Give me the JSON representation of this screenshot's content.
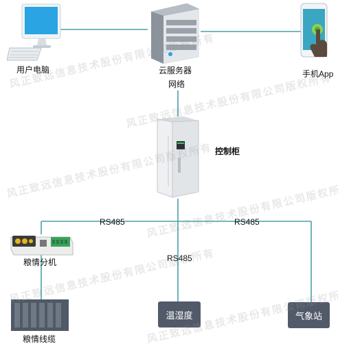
{
  "nodes": {
    "user_pc": "用户电脑",
    "cloud_server": "云服务器",
    "network": "网络",
    "mobile_app": "手机App",
    "control_cabinet": "控制柜",
    "grain_unit": "粮情分机",
    "grain_cable": "粮情线缆",
    "temp_humidity": "温湿度",
    "weather_station": "气象站"
  },
  "links": {
    "rs485_left": "RS485",
    "rs485_right": "RS485",
    "rs485_middle": "RS485"
  },
  "watermark": "风正致远信息技术股份有限公司版权所有",
  "colors": {
    "line": "#4a9fa8",
    "box": "#525a6a",
    "box_text": "#ffffff"
  }
}
